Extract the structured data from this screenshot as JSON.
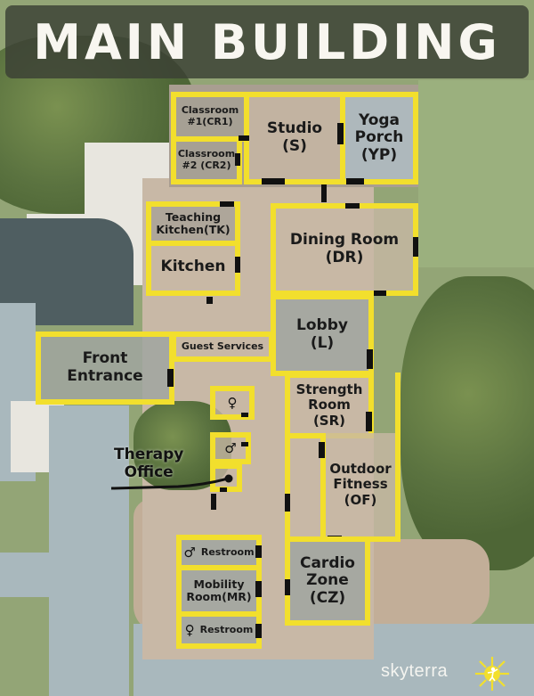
{
  "title": "MAIN BUILDING",
  "colors": {
    "room_outline": "#f2df2d",
    "door": "#111111",
    "title_bg": "#3a4034",
    "title_text": "#f8f6f0",
    "logo_accent": "#f2df2d"
  },
  "rooms": {
    "classroom1": {
      "line1": "Classroom",
      "line2": "#1(CR1)"
    },
    "classroom2": {
      "line1": "Classroom",
      "line2": "#2 (CR2)"
    },
    "studio": {
      "line1": "Studio",
      "line2": "(S)"
    },
    "yoga_porch": {
      "line1": "Yoga",
      "line2": "Porch",
      "line3": "(YP)"
    },
    "teaching_kitchen": {
      "line1": "Teaching",
      "line2": "Kitchen(TK)"
    },
    "kitchen": {
      "line1": "Kitchen"
    },
    "dining_room": {
      "line1": "Dining Room",
      "line2": "(DR)"
    },
    "lobby": {
      "line1": "Lobby",
      "line2": "(L)"
    },
    "guest_services": {
      "line1": "Guest Services"
    },
    "front_entrance": {
      "line1": "Front",
      "line2": "Entrance"
    },
    "strength_room": {
      "line1": "Strength",
      "line2": "Room",
      "line3": "(SR)"
    },
    "outdoor_fitness": {
      "line1": "Outdoor",
      "line2": "Fitness",
      "line3": "(OF)"
    },
    "therapy_office": {
      "line1": "Therapy",
      "line2": "Office"
    },
    "restroom_top": {
      "label": "Restroom",
      "icon": "male-person-icon"
    },
    "mobility_room": {
      "line1": "Mobility",
      "line2": "Room(MR)"
    },
    "restroom_bottom": {
      "label": "Restroom",
      "icon": "female-person-icon"
    },
    "cardio_zone": {
      "line1": "Cardio",
      "line2": "Zone",
      "line3": "(CZ)"
    },
    "small_restroom_women": {
      "icon": "female-person-icon"
    },
    "small_restroom_men": {
      "icon": "male-person-icon"
    }
  },
  "icons": {
    "female": "🚺",
    "male": "🚹",
    "female_glyph": "♀",
    "male_glyph": "♂"
  },
  "brand": {
    "name": "skyterra",
    "logo_icon": "sun-figure-icon"
  }
}
